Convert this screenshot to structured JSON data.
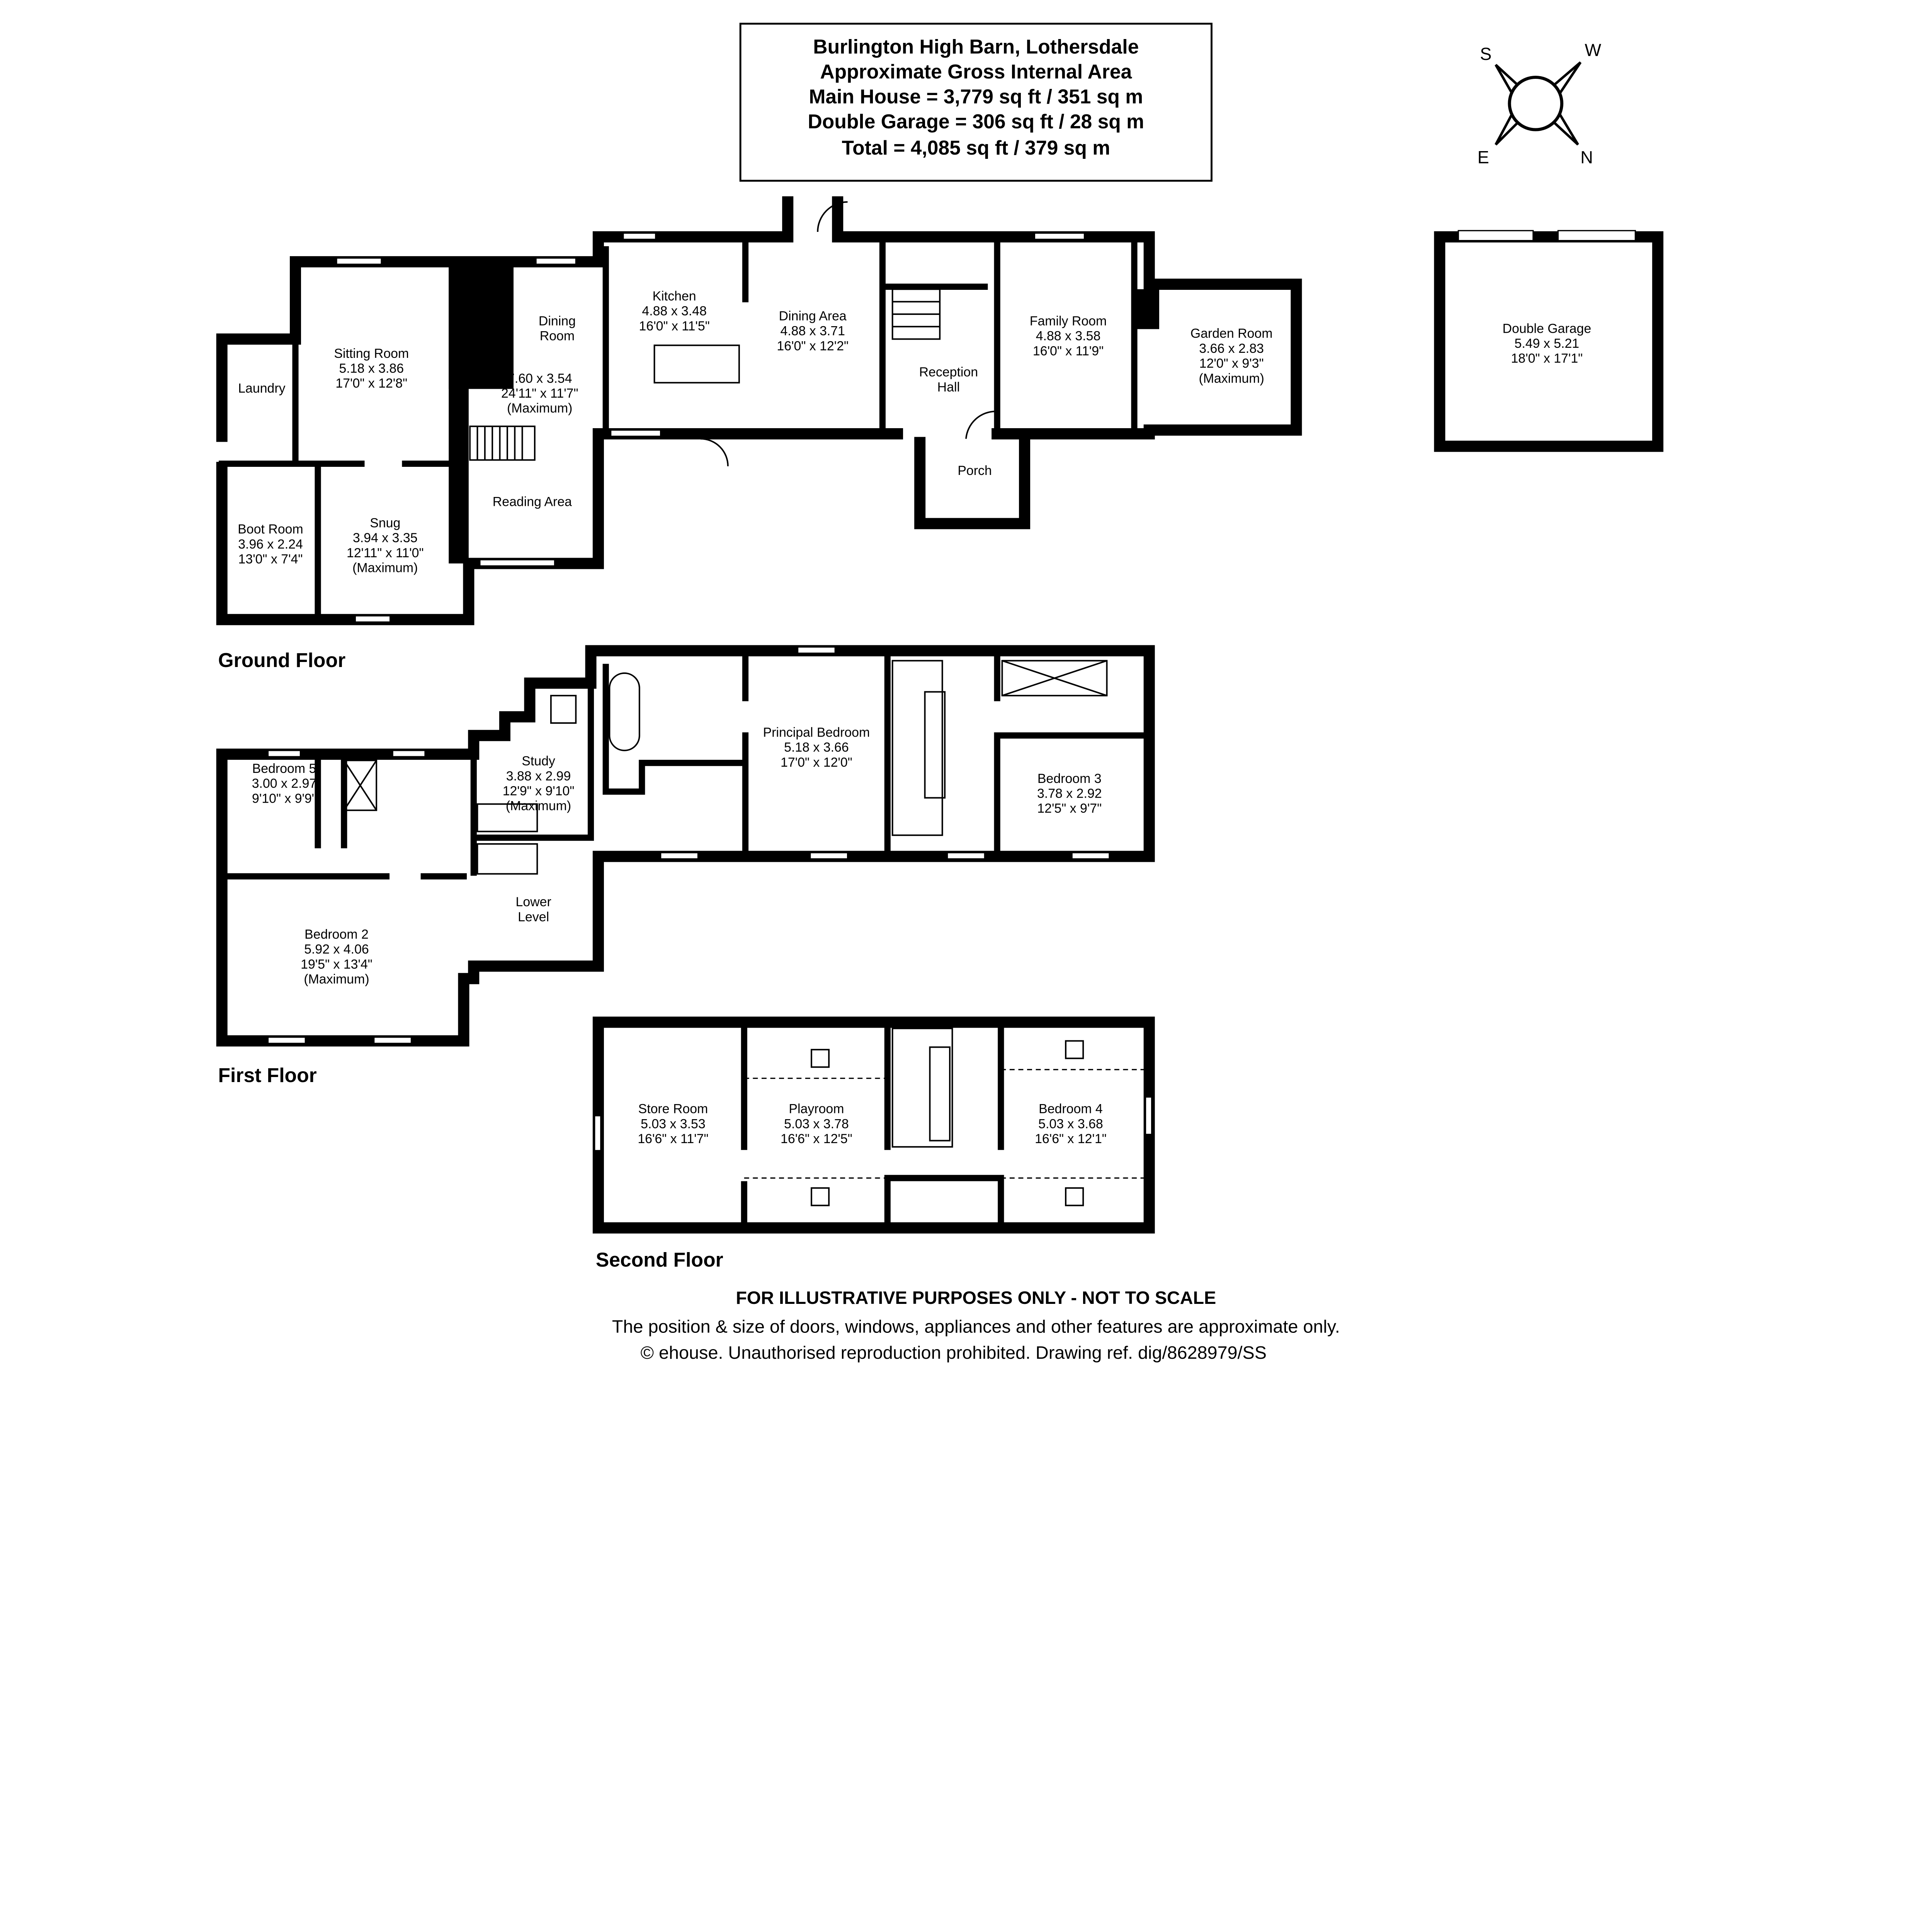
{
  "header": {
    "title": "Burlington High Barn, Lothersdale",
    "subtitle": "Approximate Gross Internal Area",
    "main_house": "Main House = 3,779 sq ft / 351 sq m",
    "garage": "Double Garage = 306 sq ft / 28 sq m",
    "total": "Total = 4,085 sq ft / 379 sq m"
  },
  "compass": {
    "s": "S",
    "w": "W",
    "e": "E",
    "n": "N"
  },
  "ground_floor": {
    "label": "Ground Floor",
    "rooms": {
      "laundry": [
        "Laundry"
      ],
      "sitting_room": [
        "Sitting Room",
        "5.18 x 3.86",
        "17'0\" x 12'8\""
      ],
      "dining_room": [
        "Dining",
        "Room"
      ],
      "dining_room_dims": [
        "7.60 x 3.54",
        "24'11\" x 11'7\"",
        "(Maximum)"
      ],
      "reading_area": [
        "Reading Area"
      ],
      "boot_room": [
        "Boot Room",
        "3.96 x 2.24",
        "13'0\" x 7'4\""
      ],
      "snug": [
        "Snug",
        "3.94 x 3.35",
        "12'11\" x 11'0\"",
        "(Maximum)"
      ],
      "kitchen": [
        "Kitchen",
        "4.88 x 3.48",
        "16'0\" x 11'5\""
      ],
      "dining_area": [
        "Dining Area",
        "4.88 x 3.71",
        "16'0\" x 12'2\""
      ],
      "reception_hall": [
        "Reception",
        "Hall"
      ],
      "porch": [
        "Porch"
      ],
      "family_room": [
        "Family Room",
        "4.88 x 3.58",
        "16'0\" x 11'9\""
      ],
      "garden_room": [
        "Garden Room",
        "3.66 x 2.83",
        "12'0\" x 9'3\"",
        "(Maximum)"
      ],
      "double_garage": [
        "Double Garage",
        "5.49 x 5.21",
        "18'0\" x 17'1\""
      ]
    }
  },
  "first_floor": {
    "label": "First Floor",
    "rooms": {
      "bedroom_5": [
        "Bedroom 5",
        "3.00 x 2.97",
        "9'10\" x 9'9\""
      ],
      "study": [
        "Study",
        "3.88 x 2.99",
        "12'9\" x 9'10\"",
        "(Maximum)"
      ],
      "lower_level": [
        "Lower",
        "Level"
      ],
      "bedroom_2": [
        "Bedroom 2",
        "5.92 x 4.06",
        "19'5\" x 13'4\"",
        "(Maximum)"
      ],
      "principal_bedroom": [
        "Principal Bedroom",
        "5.18 x 3.66",
        "17'0\" x 12'0\""
      ],
      "bedroom_3": [
        "Bedroom 3",
        "3.78 x 2.92",
        "12'5\" x 9'7\""
      ]
    }
  },
  "second_floor": {
    "label": "Second Floor",
    "rooms": {
      "store_room": [
        "Store Room",
        "5.03 x 3.53",
        "16'6\" x 11'7\""
      ],
      "playroom": [
        "Playroom",
        "5.03 x 3.78",
        "16'6\" x 12'5\""
      ],
      "bedroom_4": [
        "Bedroom 4",
        "5.03 x 3.68",
        "16'6\" x 12'1\""
      ]
    }
  },
  "disclaimer": {
    "line1": "FOR ILLUSTRATIVE PURPOSES ONLY - NOT TO SCALE",
    "line2": "The position & size of doors, windows, appliances and other features are approximate only.",
    "line3": "© ehouse. Unauthorised reproduction prohibited. Drawing ref. dig/8628979/SS"
  }
}
